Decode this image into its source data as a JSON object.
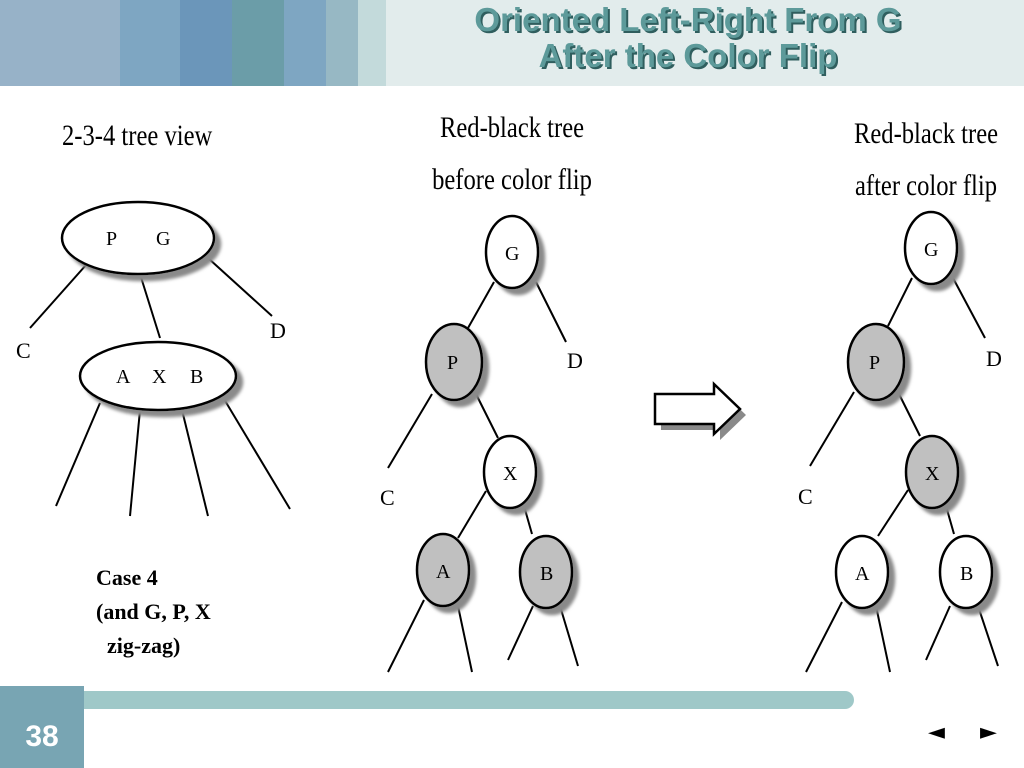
{
  "title_lines": [
    "Oriented Left-Right From G",
    "After the Color Flip"
  ],
  "colors": {
    "header_bg": "#e2ecec",
    "header_bands": [
      "#97b2c8",
      "#7ea6c2",
      "#6b96ba",
      "#6b9da8",
      "#7ea6c2",
      "#97b8c4",
      "#c3dadb"
    ],
    "title": "#5d9a9a",
    "title_shadow": "#2f5e5e",
    "red_node_fill": "#c0c0c0",
    "black_node_fill": "#ffffff",
    "footer_bar": "#9fc8c8",
    "page_box": "#78a5b3"
  },
  "panels": {
    "tree234": {
      "label": "2-3-4 tree view",
      "top_node_keys": [
        "P",
        "G"
      ],
      "bottom_node_keys": [
        "A",
        "X",
        "B"
      ],
      "leaf_labels": [
        "C",
        "D"
      ]
    },
    "before": {
      "label_lines": [
        "Red-black tree",
        "before color flip"
      ],
      "nodes": [
        {
          "key": "G",
          "color": "black"
        },
        {
          "key": "P",
          "color": "red"
        },
        {
          "key": "X",
          "color": "black"
        },
        {
          "key": "A",
          "color": "red"
        },
        {
          "key": "B",
          "color": "red"
        }
      ],
      "leaf_labels": [
        "C",
        "D"
      ]
    },
    "after": {
      "label_lines": [
        "Red-black tree",
        "after color flip"
      ],
      "nodes": [
        {
          "key": "G",
          "color": "black"
        },
        {
          "key": "P",
          "color": "red"
        },
        {
          "key": "X",
          "color": "red"
        },
        {
          "key": "A",
          "color": "black"
        },
        {
          "key": "B",
          "color": "black"
        }
      ],
      "leaf_labels": [
        "C",
        "D"
      ]
    }
  },
  "case_note_lines": [
    "Case 4",
    "(and G, P, X",
    "  zig-zag)"
  ],
  "page_number": "38",
  "nav": {
    "prev": "◄",
    "next": "►"
  }
}
